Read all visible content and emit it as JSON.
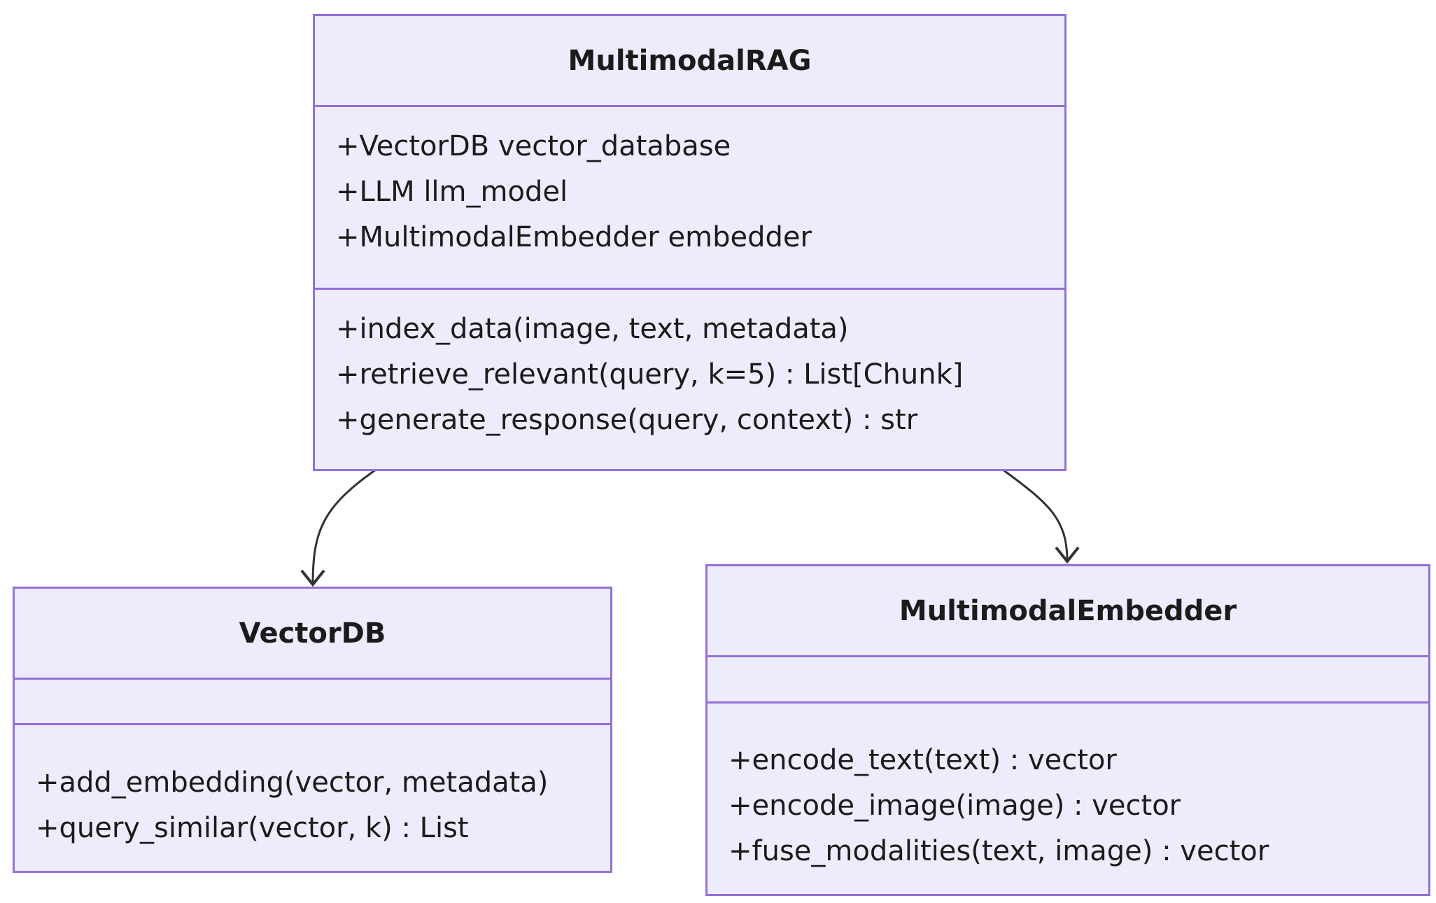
{
  "classes": [
    {
      "name": "MultimodalRAG",
      "attributes": [
        "+VectorDB vector_database",
        "+LLM llm_model",
        "+MultimodalEmbedder embedder"
      ],
      "methods": [
        "+index_data(image, text, metadata)",
        "+retrieve_relevant(query, k=5) : List[Chunk]",
        "+generate_response(query, context) : str"
      ]
    },
    {
      "name": "VectorDB",
      "attributes": [],
      "methods": [
        "+add_embedding(vector, metadata)",
        "+query_similar(vector, k) : List"
      ]
    },
    {
      "name": "MultimodalEmbedder",
      "attributes": [],
      "methods": [
        "+encode_text(text) : vector",
        "+encode_image(image) : vector",
        "+fuse_modalities(text, image) : vector"
      ]
    }
  ],
  "colors": {
    "box_fill": "#ececfc",
    "box_border": "#9370db",
    "edge": "#333333",
    "text": "#1b1b1b"
  }
}
